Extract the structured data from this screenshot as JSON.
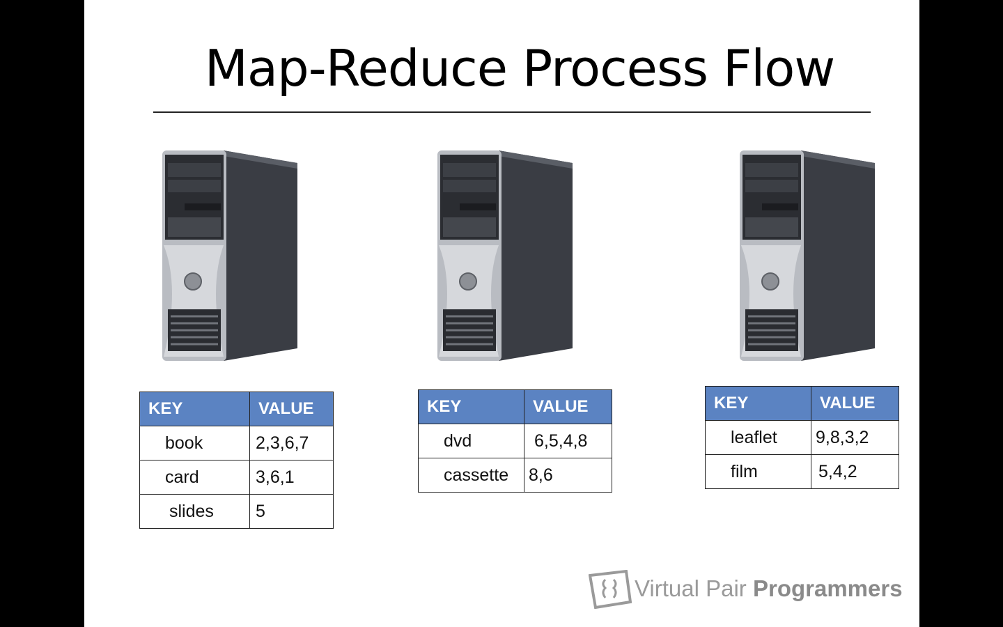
{
  "title": "Map-Reduce Process Flow",
  "tables": [
    {
      "header": {
        "key": "KEY",
        "value": "VALUE"
      },
      "rows": [
        {
          "key": "book",
          "value": "2,3,6,7"
        },
        {
          "key": "card",
          "value": "3,6,1"
        },
        {
          "key": "slides",
          "value": "5"
        }
      ]
    },
    {
      "header": {
        "key": "KEY",
        "value": "VALUE"
      },
      "rows": [
        {
          "key": "dvd",
          "value": "6,5,4,8"
        },
        {
          "key": "cassette",
          "value": "8,6"
        }
      ]
    },
    {
      "header": {
        "key": "KEY",
        "value": "VALUE"
      },
      "rows": [
        {
          "key": "leaflet",
          "value": "9,8,3,2"
        },
        {
          "key": "film",
          "value": "5,4,2"
        }
      ]
    }
  ],
  "logo": {
    "light": "Virtual Pair",
    "bold": "Programmers"
  },
  "colors": {
    "header_fill": "#5b83c2",
    "slide_bg": "#ffffff",
    "letterbox": "#000000"
  }
}
